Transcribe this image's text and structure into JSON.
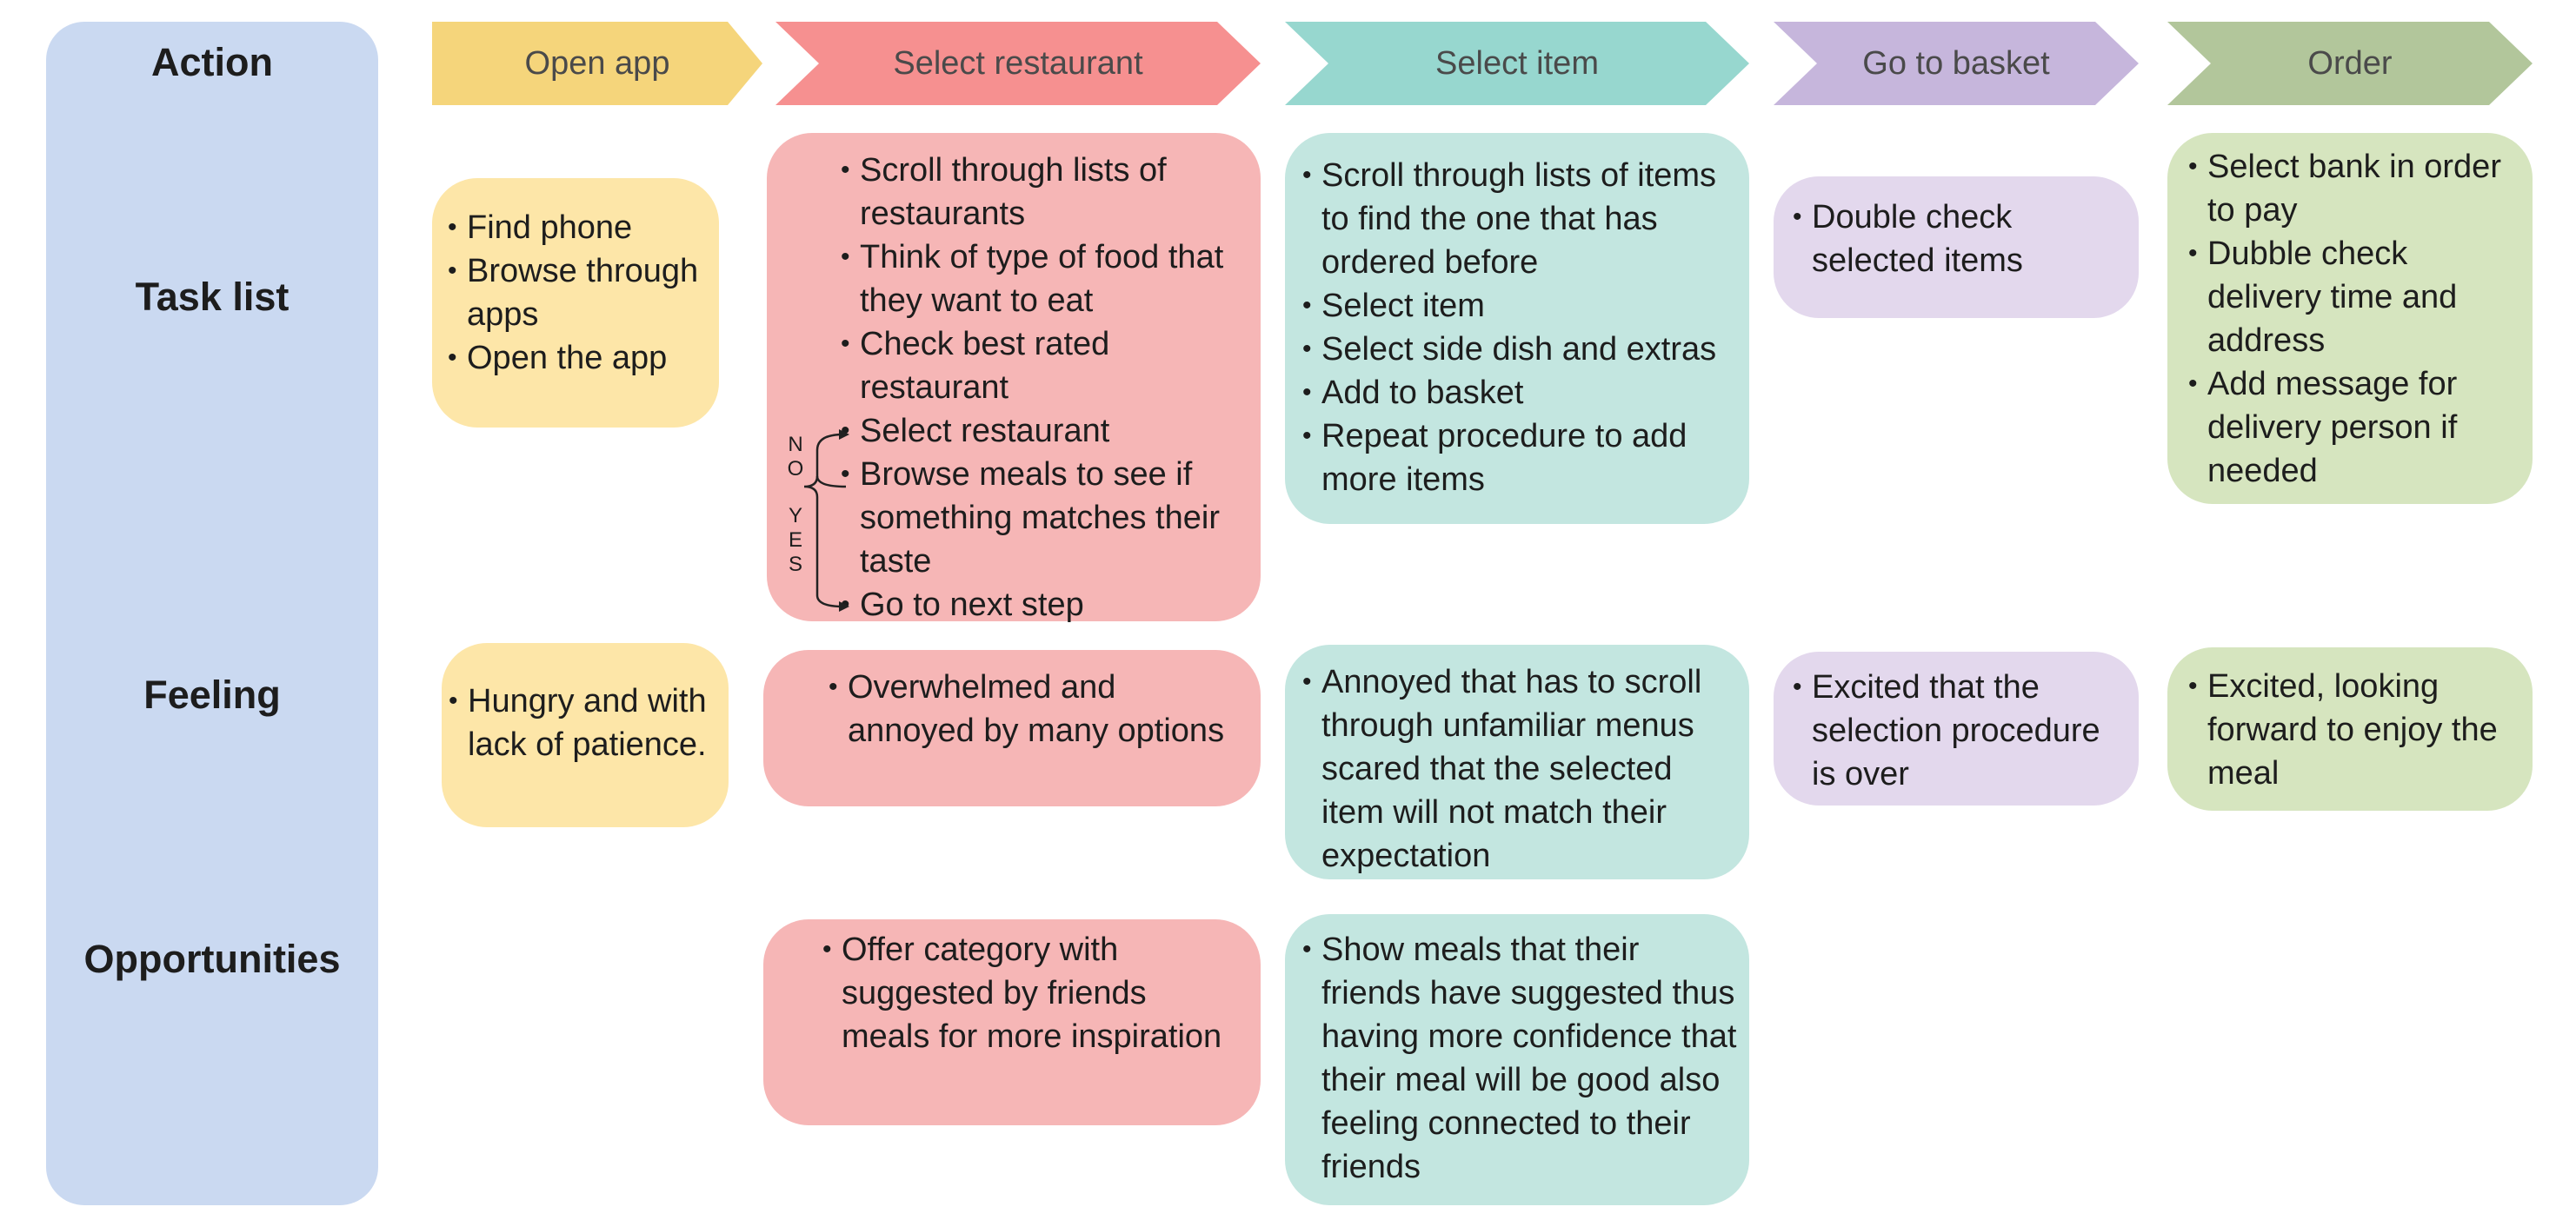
{
  "rows": {
    "action": "Action",
    "task_list": "Task list",
    "feeling": "Feeling",
    "opportunities": "Opportunities"
  },
  "stages": [
    {
      "label": "Open app",
      "color": "#f5d57b"
    },
    {
      "label": "Select restaurant",
      "color": "#f69090"
    },
    {
      "label": "Select item",
      "color": "#97d7cf"
    },
    {
      "label": "Go to basket",
      "color": "#c6b6dc"
    },
    {
      "label": "Order",
      "color": "#b2c69b"
    }
  ],
  "tasks": {
    "open_app": [
      "Find phone",
      "Browse through apps",
      "Open the app"
    ],
    "select_restaurant": [
      "Scroll through lists of restaurants",
      "Think of type of food that they want to eat",
      "Check best rated restaurant",
      "Select restaurant",
      "Browse meals to see if something matches their taste",
      "Go to next step"
    ],
    "select_item": [
      "Scroll through lists of items to find the one that has ordered before",
      "Select item",
      "Select side dish and extras",
      "Add to basket",
      "Repeat procedure to add more items"
    ],
    "go_to_basket": [
      "Double check selected items"
    ],
    "order": [
      "Select bank in order to pay",
      "Dubble check delivery time  and address",
      "Add message for delivery person if needed"
    ]
  },
  "branch": {
    "no": "NO",
    "yes": "YES"
  },
  "feelings": {
    "open_app": "Hungry and with lack of patience.",
    "select_restaurant": "Overwhelmed and annoyed by many options",
    "select_item": "Annoyed that has to scroll through unfamiliar menus scared that the selected item will not match their expectation",
    "go_to_basket": "Excited that the selection procedure is over",
    "order": "Excited, looking forward to enjoy the meal"
  },
  "opportunities": {
    "select_restaurant": "Offer category with suggested by friends meals for more inspiration",
    "select_item": "Show meals that their friends have suggested thus having more confidence that their meal will be good also feeling connected to their friends"
  }
}
